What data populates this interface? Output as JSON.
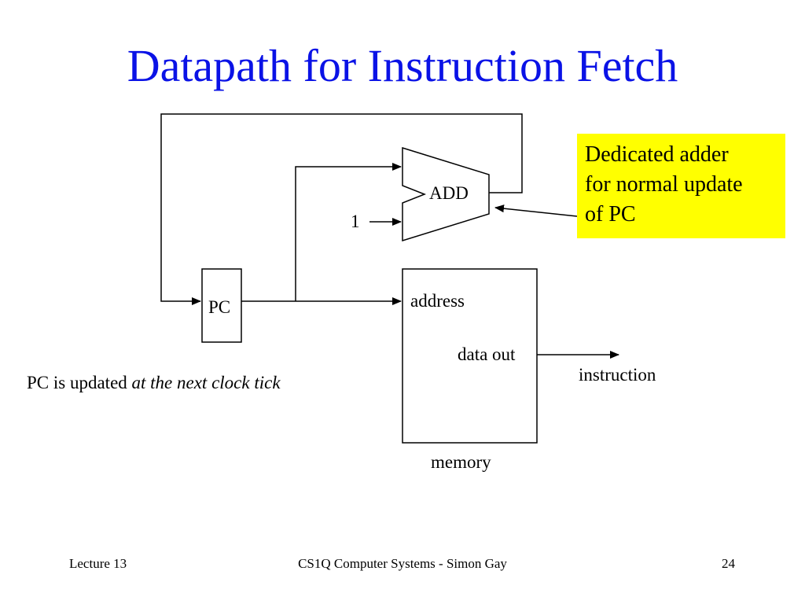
{
  "slide": {
    "title": "Datapath for Instruction Fetch"
  },
  "diagram": {
    "adder_label": "ADD",
    "constant_label": "1",
    "pc_label": "PC",
    "memory": {
      "address_label": "address",
      "data_out_label": "data out",
      "caption": "memory"
    },
    "output_label": "instruction"
  },
  "callout": {
    "lines": [
      "Dedicated adder",
      "for normal update",
      "of PC"
    ],
    "background": "#ffff00"
  },
  "note": {
    "prefix": "PC is updated ",
    "emphasis": "at the next clock tick"
  },
  "footer": {
    "left": "Lecture 13",
    "center": "CS1Q Computer Systems - Simon Gay",
    "right": "24"
  },
  "colors": {
    "title": "#0a12e6",
    "line": "#000000"
  }
}
